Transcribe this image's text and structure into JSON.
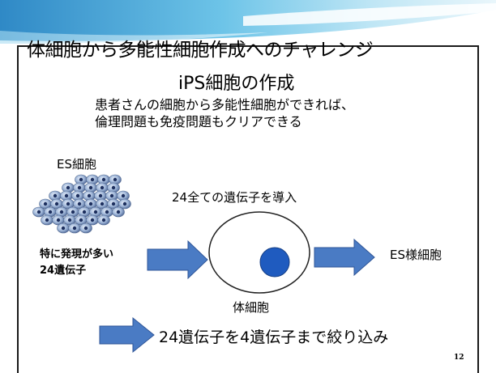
{
  "slide": {
    "title": "体細胞から多能性細胞作成へのチャレンジ",
    "subtitle": "iPS細胞の作成",
    "description_line1": "患者さんの細胞から多能性細胞ができれば、",
    "description_line2": "倫理問題も免疫問題もクリアできる",
    "es_cell_label": "ES細胞",
    "introduce_label": "24全ての遺伝子を導入",
    "genes_label_line1": "特に発現が多い",
    "genes_label_line2": "24遺伝子",
    "es_like_label": "ES様細胞",
    "somatic_label": "体細胞",
    "narrow_label": "24遺伝子を4遺伝子まで絞り込み",
    "page_number": "12"
  },
  "colors": {
    "arrow_fill": "#4a7bc4",
    "arrow_stroke": "#2f5597",
    "nucleus": "#1f5bbf",
    "header_band": "#5fb7e0"
  },
  "icons": {
    "cell_cluster": "es-cell-cluster-image"
  }
}
